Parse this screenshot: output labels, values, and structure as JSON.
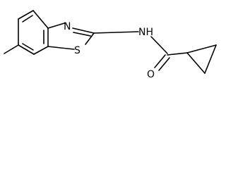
{
  "molecule": {
    "atoms": {
      "N_thiazole": "N",
      "S_thiazole": "S",
      "N_amide": "NH",
      "O_carbonyl": "O"
    },
    "colors": {
      "bond": "#000000",
      "label": "#000000",
      "background": "#ffffff"
    }
  }
}
